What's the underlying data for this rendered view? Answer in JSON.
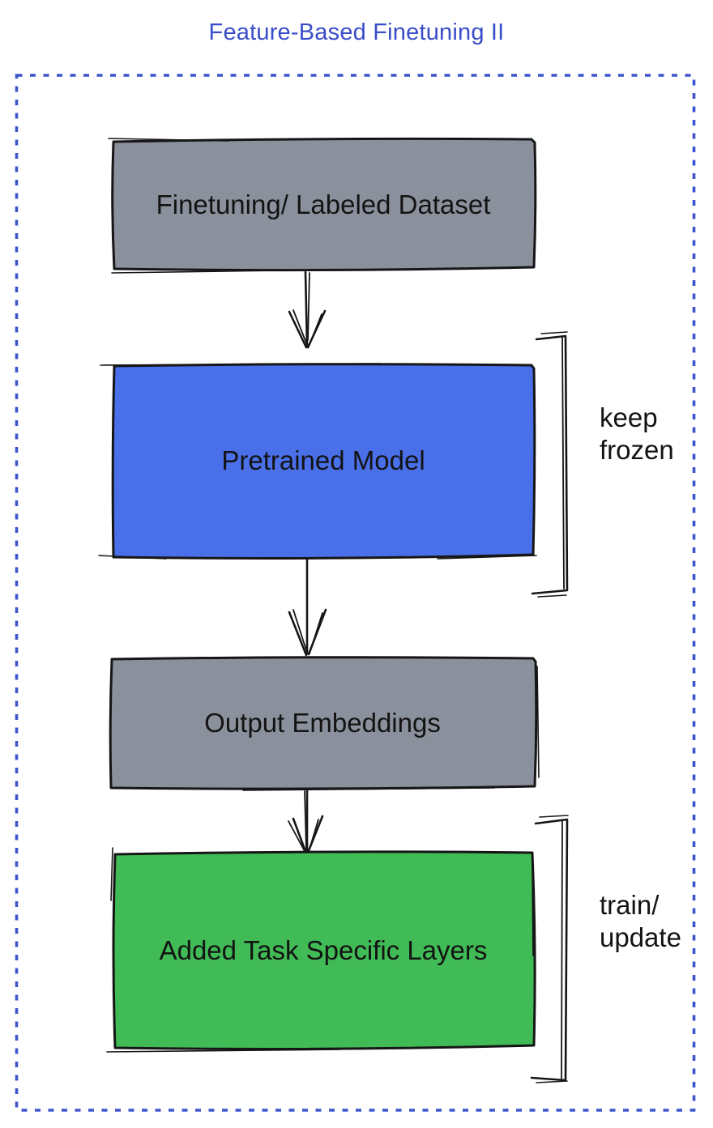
{
  "title": "Feature-Based Finetuning II",
  "colors": {
    "background": "#ffffff",
    "title_text": "#3A4DC8",
    "frame": "#3D55CB",
    "gray_fill": "#8B919C",
    "blue_fill": "#4A70E9",
    "green_fill": "#40BB55",
    "stroke": "#161616",
    "label_text": "#131313"
  },
  "diagram": {
    "nodes": [
      {
        "id": "dataset",
        "label": "Finetuning/ Labeled Dataset",
        "fill": "gray"
      },
      {
        "id": "pretrained",
        "label": "Pretrained Model",
        "fill": "blue"
      },
      {
        "id": "embeddings",
        "label": "Output Embeddings",
        "fill": "gray"
      },
      {
        "id": "task_layers",
        "label": "Added Task Specific Layers",
        "fill": "green"
      }
    ],
    "edges": [
      {
        "from": "dataset",
        "to": "pretrained",
        "style": "open-v-arrow"
      },
      {
        "from": "pretrained",
        "to": "embeddings",
        "style": "open-v-arrow"
      },
      {
        "from": "embeddings",
        "to": "task_layers",
        "style": "open-v-arrow"
      }
    ],
    "annotations": [
      {
        "id": "keep_frozen",
        "label": "keep\nfrozen",
        "target": "pretrained",
        "bracket": "right"
      },
      {
        "id": "train_update",
        "label": "train/\nupdate",
        "target": "task_layers",
        "bracket": "right"
      }
    ]
  }
}
